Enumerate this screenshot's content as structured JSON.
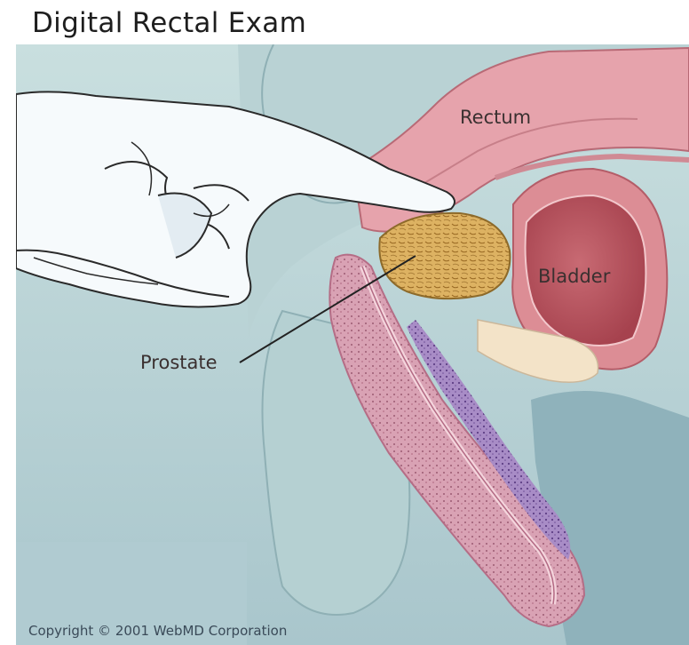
{
  "title": "Digital Rectal Exam",
  "labels": {
    "rectum": "Rectum",
    "bladder": "Bladder",
    "prostate": "Prostate"
  },
  "copyright": "Copyright © 2001 WebMD Corporation",
  "colors": {
    "background": "#c3dadb",
    "glove": "#f6fafc",
    "rectum": "#e8a4ad",
    "bladder_wall": "#d98b92",
    "bladder_inner": "#b8505a",
    "prostate": "#dcae5e",
    "urethra_tissue": "#d8a5b8",
    "purple_tissue": "#a48bc4",
    "outline": "#2a2a2a"
  },
  "icons": {
    "hand": "gloved-hand-icon"
  }
}
